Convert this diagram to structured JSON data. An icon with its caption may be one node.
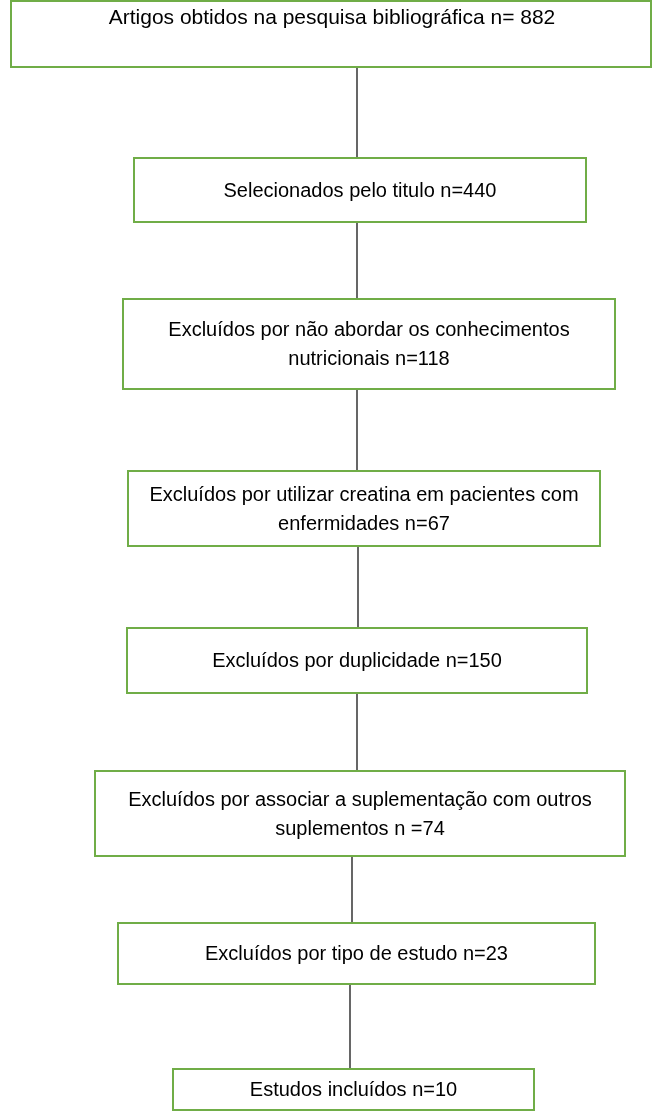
{
  "diagram": {
    "nodes": [
      {
        "text": [
          "Artigos obtidos na pesquisa bibliográfica n= 882"
        ]
      },
      {
        "text": [
          "Selecionados pelo titulo n=440"
        ]
      },
      {
        "text": [
          "Excluídos por não abordar os conhecimentos nutricionais n=118"
        ]
      },
      {
        "text": [
          "Excluídos por utilizar creatina em pacientes com enfermidades n=67"
        ]
      },
      {
        "text": [
          "Excluídos por duplicidade n=150"
        ]
      },
      {
        "text": [
          "Excluídos por associar a suplementação com outros suplementos n =74"
        ]
      },
      {
        "text": [
          "Excluídos por tipo de estudo n=23"
        ]
      },
      {
        "text": [
          "Estudos incluídos n=10"
        ]
      }
    ],
    "edges": [
      {
        "from": 0,
        "to": 1,
        "arrow": "none"
      },
      {
        "from": 1,
        "to": 2,
        "arrow": "none"
      },
      {
        "from": 2,
        "to": 3,
        "arrow": "none"
      },
      {
        "from": 3,
        "to": 4,
        "arrow": "none"
      },
      {
        "from": 4,
        "to": 5,
        "arrow": "none"
      },
      {
        "from": 5,
        "to": 6,
        "arrow": "none"
      },
      {
        "from": 6,
        "to": 7,
        "arrow": "none"
      }
    ]
  }
}
